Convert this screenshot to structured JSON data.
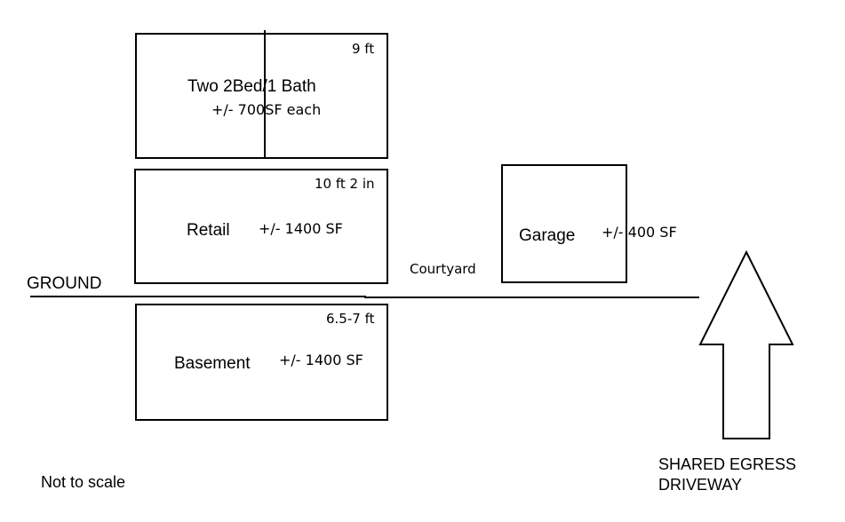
{
  "diagram": {
    "apartments": {
      "label": "Two 2Bed/1 Bath",
      "area": "+/- 700SF each",
      "height": "9 ft"
    },
    "retail": {
      "label": "Retail",
      "area": "+/- 1400 SF",
      "height": "10 ft 2 in"
    },
    "basement": {
      "label": "Basement",
      "area": "+/- 1400 SF",
      "height": "6.5-7 ft"
    },
    "garage": {
      "label": "Garage",
      "area": "+/- 400 SF"
    },
    "courtyard": {
      "label": "Courtyard"
    },
    "ground": {
      "label": "GROUND"
    },
    "driveway": {
      "line1": "SHARED EGRESS",
      "line2": "DRIVEWAY"
    },
    "note": "Not to scale"
  }
}
